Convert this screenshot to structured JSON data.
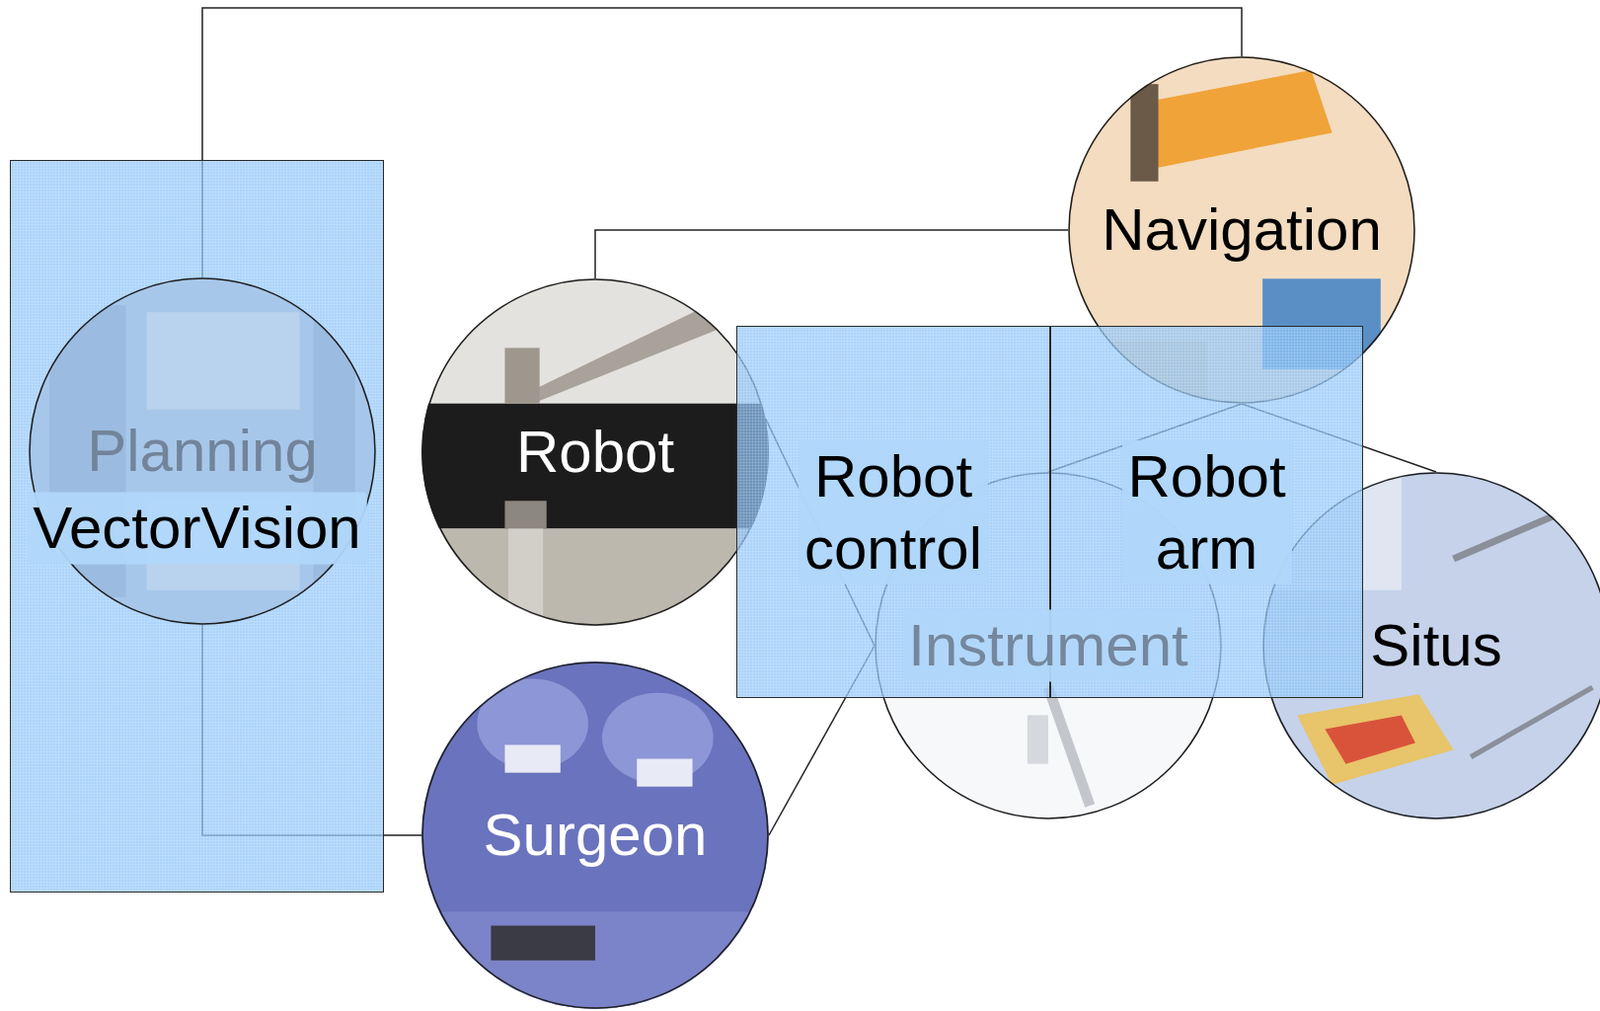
{
  "diagram": {
    "nodes": [
      {
        "text": [
          "VectorVision"
        ]
      },
      {
        "text": [
          "Planning"
        ],
        "in": 0
      },
      {
        "text": [
          "Navigation"
        ]
      },
      {
        "text": [
          "Robot"
        ]
      },
      {
        "text": [
          "Robot control"
        ]
      },
      {
        "text": [
          "Robot arm"
        ]
      },
      {
        "text": [
          "Instrument"
        ]
      },
      {
        "text": [
          "Situs"
        ]
      },
      {
        "text": [
          "Surgeon"
        ]
      }
    ],
    "edges": [
      {
        "from": 1,
        "to": 2,
        "arrow": "none"
      },
      {
        "from": 1,
        "to": 8,
        "arrow": "none"
      },
      {
        "from": 2,
        "to": 3,
        "arrow": "none"
      },
      {
        "from": 3,
        "to": 6,
        "arrow": "none"
      },
      {
        "from": 2,
        "to": 6,
        "arrow": "none"
      },
      {
        "from": 2,
        "to": 7,
        "arrow": "none"
      },
      {
        "from": 8,
        "to": 6,
        "arrow": "none"
      }
    ]
  }
}
